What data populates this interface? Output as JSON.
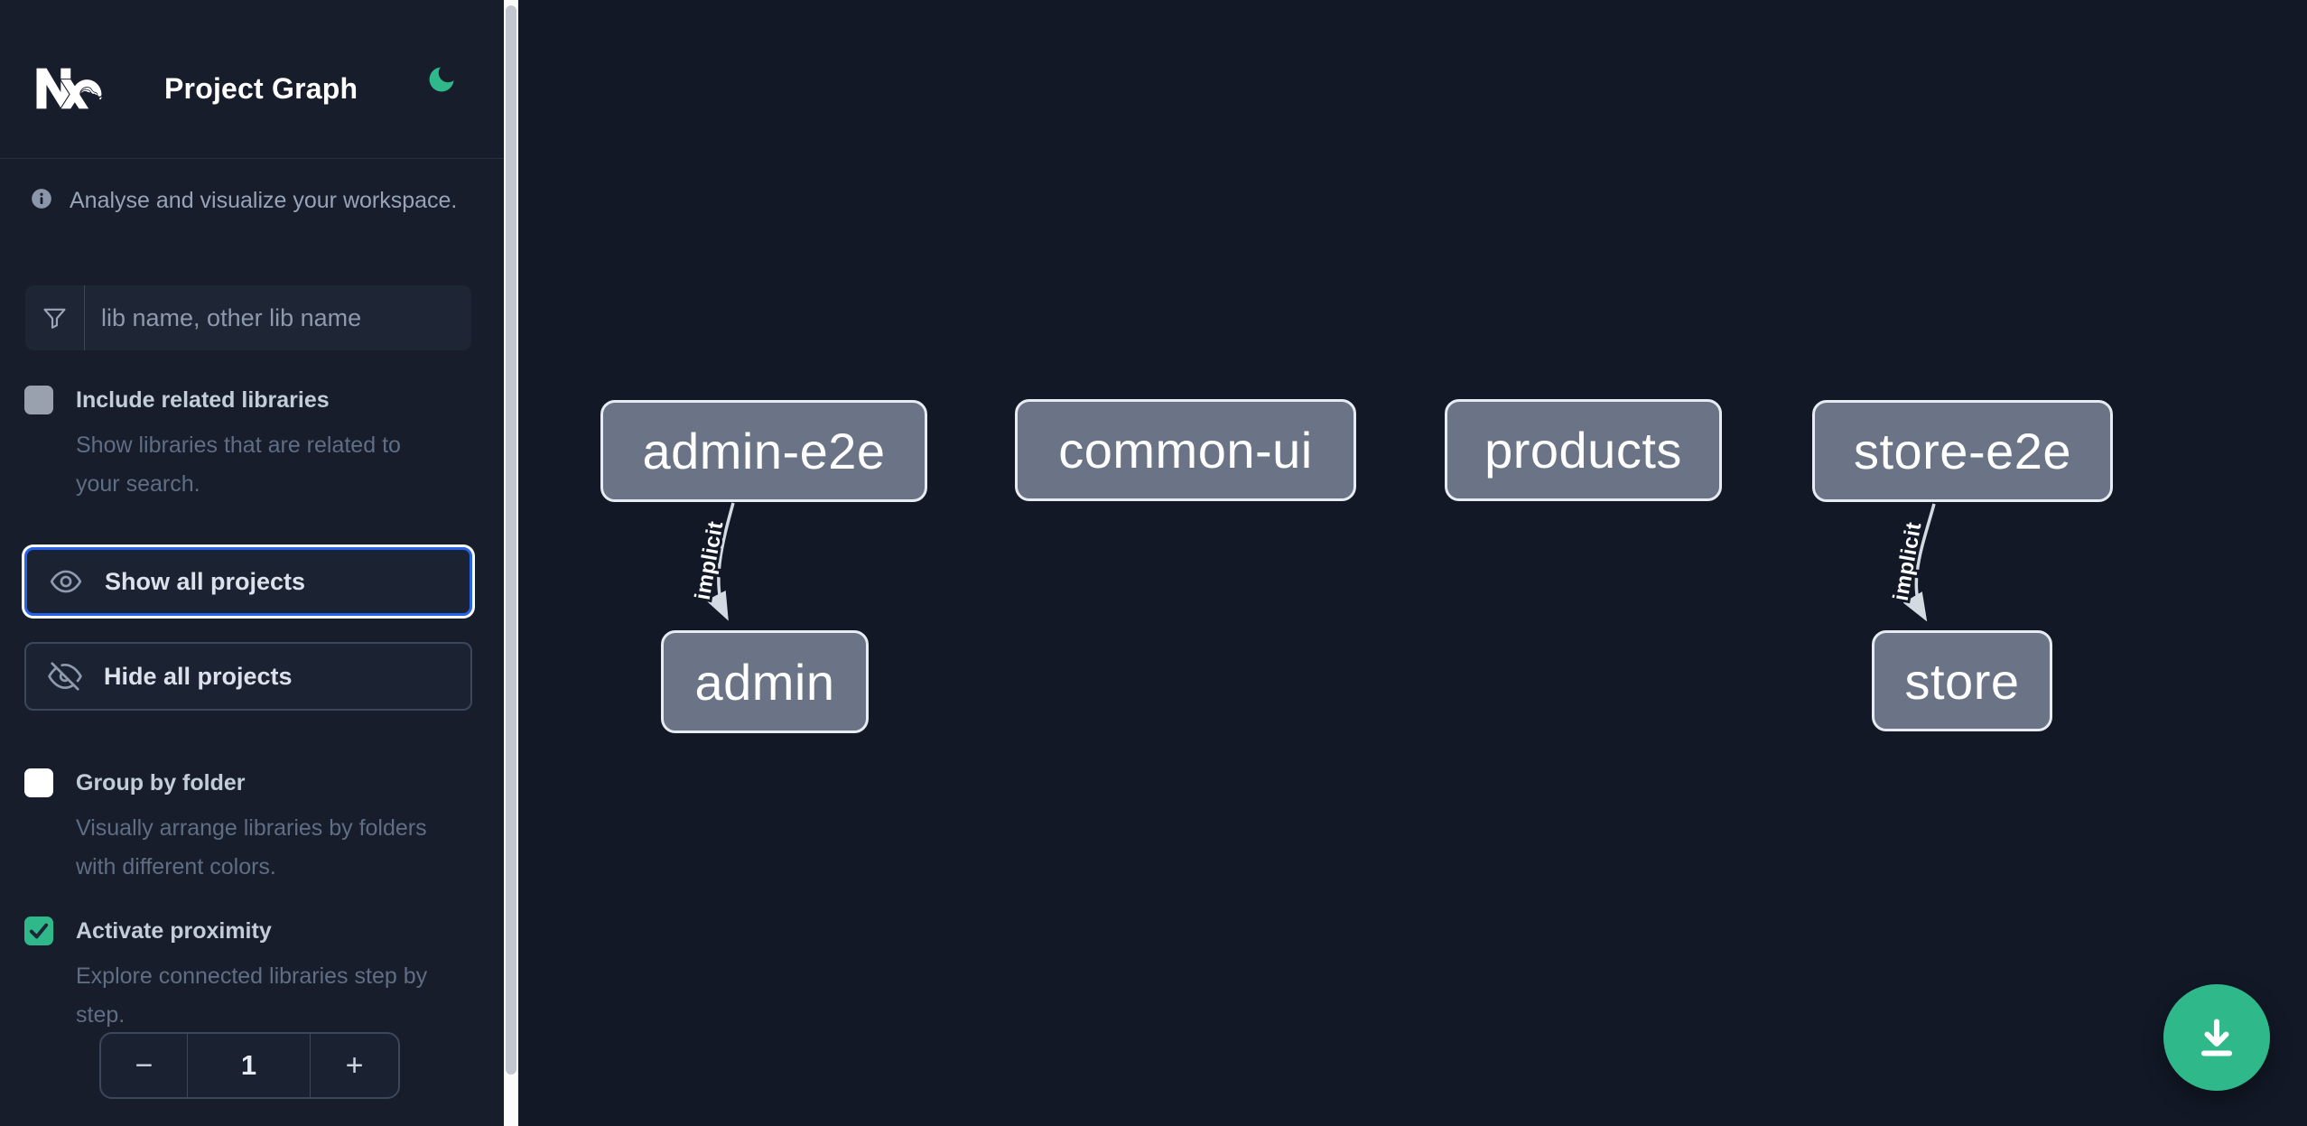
{
  "colors": {
    "sidebar-bg": "#171d2b",
    "canvas-bg": "#121826",
    "accent-green": "#2fb98b",
    "focus-blue": "#2563eb",
    "node-fill": "#6a7486",
    "node-border": "#e8ecf2",
    "edge-color": "#d4dae2"
  },
  "header": {
    "title": "Project Graph",
    "logo_icon": "nx-logo",
    "theme_icon": "moon-icon"
  },
  "intro": {
    "icon": "info-icon",
    "text": "Analyse and visualize your workspace."
  },
  "search": {
    "icon": "filter-icon",
    "placeholder": "lib name, other lib name",
    "value": ""
  },
  "options": [
    {
      "label": "Include related libraries",
      "description": "Show libraries that are related to your search.",
      "checked": false,
      "checkbox_color": "#9aa1ae"
    },
    {
      "label": "Group by folder",
      "description": "Visually arrange libraries by folders with different colors.",
      "checked": false,
      "checkbox_color": "#ffffff"
    },
    {
      "label": "Activate proximity",
      "description": "Explore connected libraries step by step.",
      "checked": true,
      "checkbox_color": "#2fb98b"
    }
  ],
  "actions": {
    "show_all_label": "Show all projects",
    "show_all_icon": "eye-icon",
    "hide_all_label": "Hide all projects",
    "hide_all_icon": "eye-off-icon"
  },
  "stepper": {
    "decrement": "−",
    "value": "1",
    "increment": "+"
  },
  "graph": {
    "nodes": [
      {
        "label": "admin-e2e"
      },
      {
        "label": "common-ui"
      },
      {
        "label": "products"
      },
      {
        "label": "store-e2e"
      },
      {
        "label": "admin"
      },
      {
        "label": "store"
      }
    ],
    "edges": [
      {
        "source": "admin-e2e",
        "target": "admin",
        "label": "implicit"
      },
      {
        "source": "store-e2e",
        "target": "store",
        "label": "implicit"
      }
    ]
  },
  "fab": {
    "icon": "download-icon"
  }
}
